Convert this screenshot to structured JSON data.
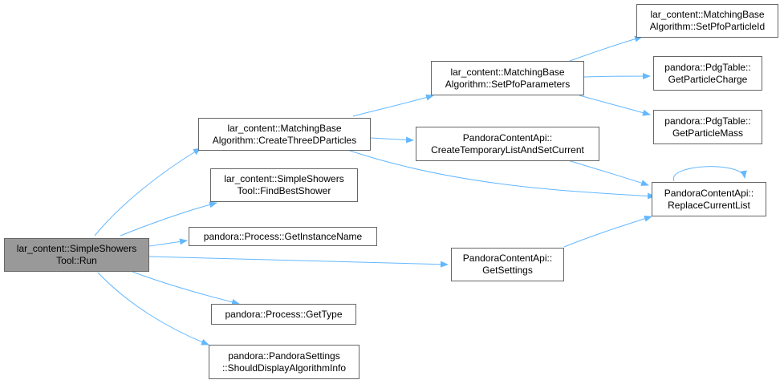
{
  "graph": {
    "edge_color": "#63b8ff",
    "nodes": {
      "root": {
        "lines": [
          "lar_content::SimpleShowers",
          "Tool::Run"
        ]
      },
      "create": {
        "lines": [
          "lar_content::MatchingBase",
          "Algorithm::CreateThreeDParticles"
        ]
      },
      "find": {
        "lines": [
          "lar_content::SimpleShowers",
          "Tool::FindBestShower"
        ]
      },
      "getinst": {
        "lines": [
          "pandora::Process::GetInstanceName"
        ]
      },
      "gettype": {
        "lines": [
          "pandora::Process::GetType"
        ]
      },
      "should": {
        "lines": [
          "pandora::PandoraSettings",
          "::ShouldDisplayAlgorithmInfo"
        ]
      },
      "setparams": {
        "lines": [
          "lar_content::MatchingBase",
          "Algorithm::SetPfoParameters"
        ]
      },
      "createtmp": {
        "lines": [
          "PandoraContentApi::",
          "CreateTemporaryListAndSetCurrent"
        ]
      },
      "getsettings": {
        "lines": [
          "PandoraContentApi::",
          "GetSettings"
        ]
      },
      "setpfoid": {
        "lines": [
          "lar_content::MatchingBase",
          "Algorithm::SetPfoParticleId"
        ]
      },
      "charge": {
        "lines": [
          "pandora::PdgTable::",
          "GetParticleCharge"
        ]
      },
      "mass": {
        "lines": [
          "pandora::PdgTable::",
          "GetParticleMass"
        ]
      },
      "replace": {
        "lines": [
          "PandoraContentApi::",
          "ReplaceCurrentList"
        ]
      }
    }
  }
}
